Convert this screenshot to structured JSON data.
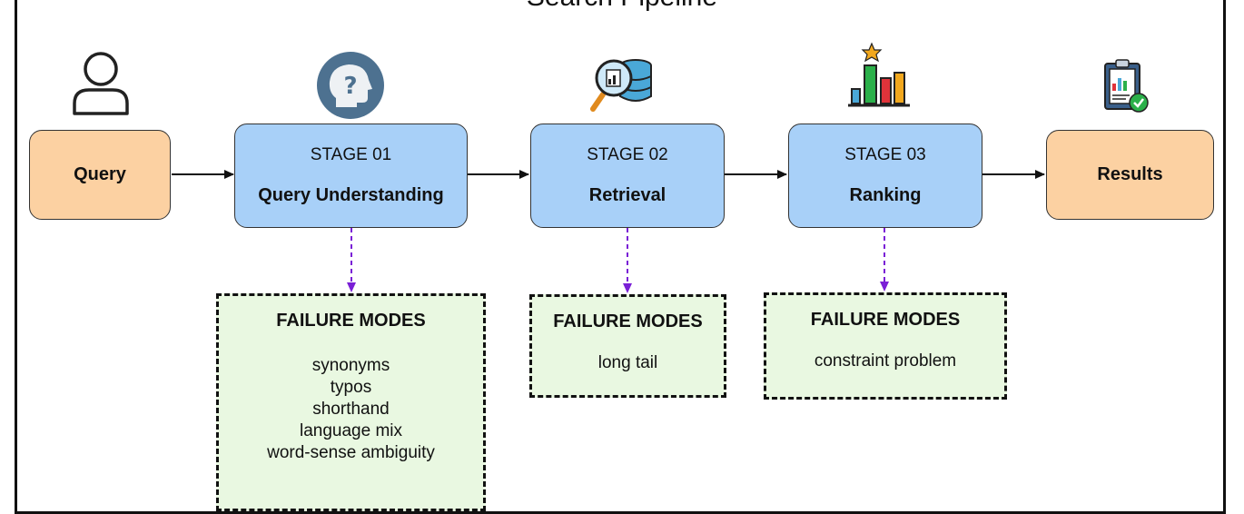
{
  "diagram": {
    "title": "Search Pipeline",
    "query_label": "Query",
    "results_label": "Results",
    "stages": [
      {
        "number": "STAGE 01",
        "name": "Query Understanding",
        "failure_modes_title": "FAILURE MODES",
        "failure_modes": [
          "synonyms",
          "typos",
          "shorthand",
          "language mix",
          "word-sense ambiguity"
        ]
      },
      {
        "number": "STAGE 02",
        "name": "Retrieval",
        "failure_modes_title": "FAILURE MODES",
        "failure_modes": [
          "long tail"
        ]
      },
      {
        "number": "STAGE 03",
        "name": "Ranking",
        "failure_modes_title": "FAILURE MODES",
        "failure_modes": [
          "constraint problem"
        ]
      }
    ],
    "icons": [
      "user-icon",
      "question-head-icon",
      "search-database-icon",
      "ranking-chart-icon",
      "clipboard-check-icon"
    ],
    "colors": {
      "endpoint_fill": "#fcd1a2",
      "stage_fill": "#a8d0f8",
      "failure_fill": "#e9f8e1",
      "dashed_arrow": "#7a1fd6"
    }
  }
}
